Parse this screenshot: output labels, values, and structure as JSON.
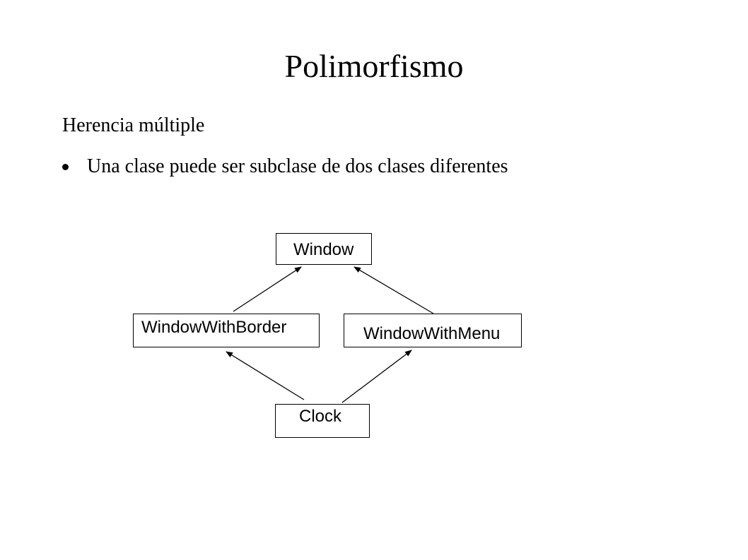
{
  "slide": {
    "title": "Polimorfismo",
    "subtitle": "Herencia múltiple",
    "bullets": [
      "Una clase puede ser subclase de dos clases diferentes"
    ]
  },
  "diagram": {
    "nodes": [
      {
        "id": "window",
        "label": "Window"
      },
      {
        "id": "border",
        "label": "WindowWithBorder"
      },
      {
        "id": "menu",
        "label": "WindowWithMenu"
      },
      {
        "id": "clock",
        "label": "Clock"
      }
    ],
    "edges": [
      {
        "from": "border",
        "to": "window"
      },
      {
        "from": "menu",
        "to": "window"
      },
      {
        "from": "clock",
        "to": "border"
      },
      {
        "from": "clock",
        "to": "menu"
      }
    ]
  }
}
